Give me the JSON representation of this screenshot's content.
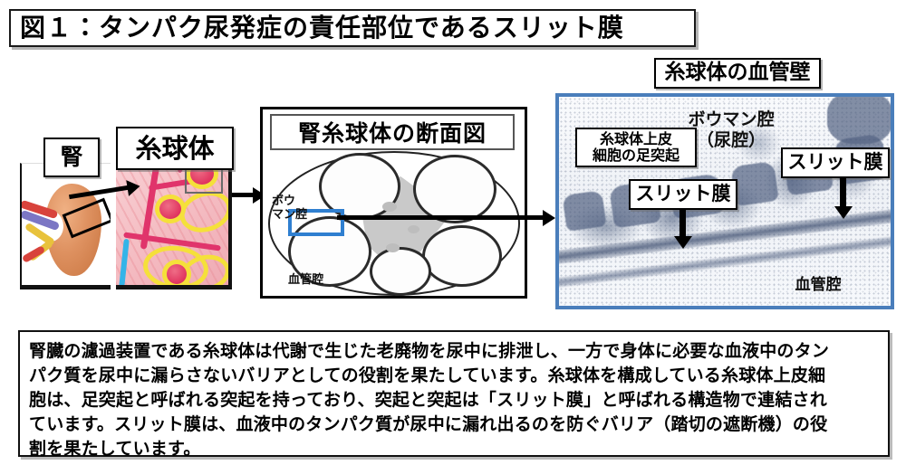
{
  "figure": {
    "title": "図１：タンパク尿発症の責任部位であるスリット膜"
  },
  "panels": {
    "kidney": {
      "label": "腎"
    },
    "tissue": {
      "label": "糸球体"
    },
    "cross_section": {
      "title": "腎糸球体の断面図",
      "label_bowman_line1": "ボウ",
      "label_bowman_line2": "マン腔",
      "label_vessel": "血管腔"
    },
    "micrograph": {
      "title": "糸球体の血管壁",
      "label_bowman_line1": "ボウマン腔",
      "label_bowman_line2": "（尿腔）",
      "label_podocyte_line1": "糸球体上皮",
      "label_podocyte_line2": "細胞の足突起",
      "label_slit_left": "スリット膜",
      "label_slit_right": "スリット膜",
      "label_vessel": "血管腔"
    }
  },
  "caption": {
    "lines": [
      "腎臓の濾過装置である糸球体は代謝で生じた老廃物を尿中に排泄し、一方で身体に必要な血液中のタン",
      "パク質を尿中に漏らさないバリアとしての役割を果たしています。糸球体を構成している糸球体上皮細",
      "胞は、足突起と呼ばれる突起を持っており、突起と突起は「スリット膜」と呼ばれる構造物で連結され",
      "ています。スリット膜は、血液中のタンパク質が尿中に漏れ出るのを防ぐバリア（踏切の遮断機）の役",
      "割を果たしています。"
    ]
  },
  "colors": {
    "micrograph_border": "#4a7ebb",
    "highlight_box": "#2f7fd0",
    "frame": "#000000"
  }
}
